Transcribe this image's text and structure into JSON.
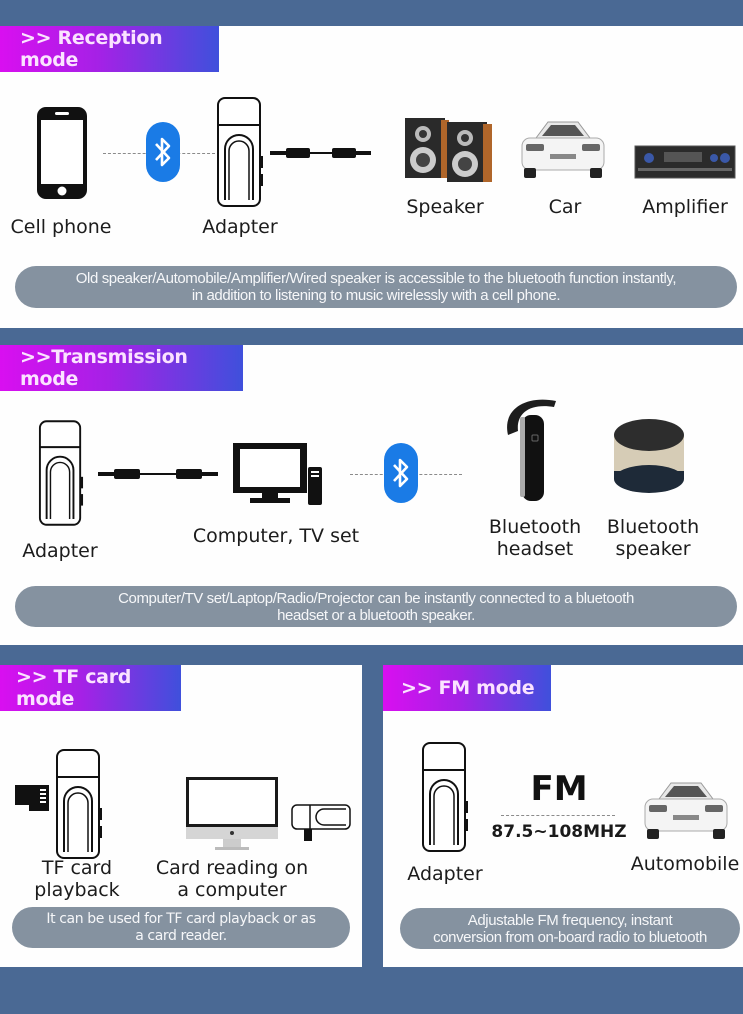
{
  "colors": {
    "background": "#4a6994",
    "panel": "#fefefe",
    "tag_gradient_start": "#d90ff0",
    "tag_gradient_end": "#3f50dc",
    "pill": "#8592a0",
    "bluetooth": "#1a7be6"
  },
  "reception": {
    "title": ">> Reception mode",
    "items": [
      {
        "label": "Cell phone",
        "icon": "smartphone-icon"
      },
      {
        "label": "Adapter",
        "icon": "adapter-icon"
      },
      {
        "label": "Speaker",
        "icon": "speaker-icon"
      },
      {
        "label": "Car",
        "icon": "car-icon"
      },
      {
        "label": "Amplifier",
        "icon": "amplifier-icon"
      }
    ],
    "description_line1": "Old speaker/Automobile/Amplifier/Wired speaker is accessible to the bluetooth function instantly,",
    "description_line2": "in addition to listening to music wirelessly with a cell phone."
  },
  "transmission": {
    "title": ">>Transmission mode",
    "items": [
      {
        "label": "Adapter",
        "icon": "adapter-icon"
      },
      {
        "label": "Computer, TV set",
        "icon": "computer-icon"
      },
      {
        "label_line1": "Bluetooth",
        "label_line2": "headset",
        "icon": "headset-icon"
      },
      {
        "label_line1": "Bluetooth",
        "label_line2": "speaker",
        "icon": "bluetooth-speaker-icon"
      }
    ],
    "description_line1": "Computer/TV set/Laptop/Radio/Projector can be instantly connected to a bluetooth",
    "description_line2": "headset or a bluetooth speaker."
  },
  "tfcard": {
    "title": ">> TF card mode",
    "items": [
      {
        "label_line1": "TF card",
        "label_line2": "playback",
        "icon": "tf-card-icon"
      },
      {
        "label_line1": "Card reading on",
        "label_line2": "a computer",
        "icon": "monitor-icon"
      }
    ],
    "description_line1": "It can be used for TF card playback or as",
    "description_line2": "a card reader."
  },
  "fm": {
    "title": ">>  FM mode",
    "big_label": "FM",
    "frequency": "87.5~108MHZ",
    "items": [
      {
        "label": "Adapter",
        "icon": "adapter-icon"
      },
      {
        "label": "Automobile",
        "icon": "car-icon"
      }
    ],
    "description_line1": "Adjustable FM frequency, instant",
    "description_line2": "conversion from on-board radio to bluetooth"
  }
}
